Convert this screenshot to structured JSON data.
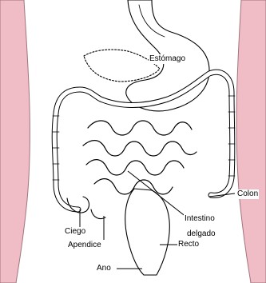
{
  "colors": {
    "skin": "#f0bdc6",
    "skin_edge": "#a0747c",
    "outline": "#000000",
    "background": "#ffffff"
  },
  "labels": {
    "stomach": "Estómago",
    "colon": "Colon",
    "small_intestine_line1": "Intestino",
    "small_intestine_line2": "delgado",
    "cecum": "Ciego",
    "appendix": "Apendice",
    "rectum": "Recto",
    "anus": "Ano"
  }
}
